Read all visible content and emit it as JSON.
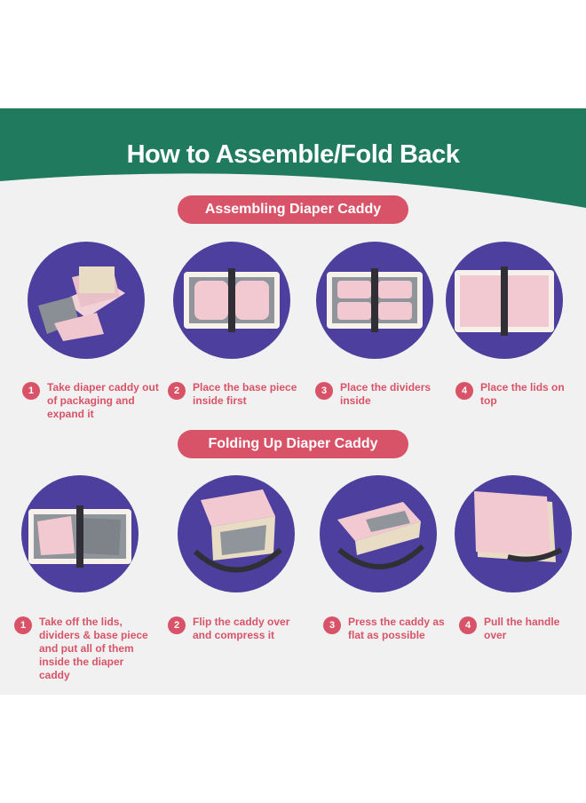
{
  "title": "How to Assemble/Fold Back",
  "colors": {
    "header_green": "#1f7a5e",
    "accent_pink": "#d95368",
    "circle_purple": "#4c3f9e",
    "background": "#f1f1f1"
  },
  "assembling": {
    "heading": "Assembling Diaper Caddy",
    "steps": [
      {
        "num": "1",
        "text": "Take diaper caddy out of packaging and expand it"
      },
      {
        "num": "2",
        "text": "Place the base piece inside first"
      },
      {
        "num": "3",
        "text": "Place the dividers inside"
      },
      {
        "num": "4",
        "text": "Place the lids on top"
      }
    ]
  },
  "folding": {
    "heading": "Folding Up Diaper Caddy",
    "steps": [
      {
        "num": "1",
        "text": "Take off the lids, dividers & base piece and put all of them inside the diaper caddy"
      },
      {
        "num": "2",
        "text": "Flip the caddy over and compress it"
      },
      {
        "num": "3",
        "text": "Press the caddy as flat as possible"
      },
      {
        "num": "4",
        "text": "Pull the handle over"
      }
    ]
  }
}
